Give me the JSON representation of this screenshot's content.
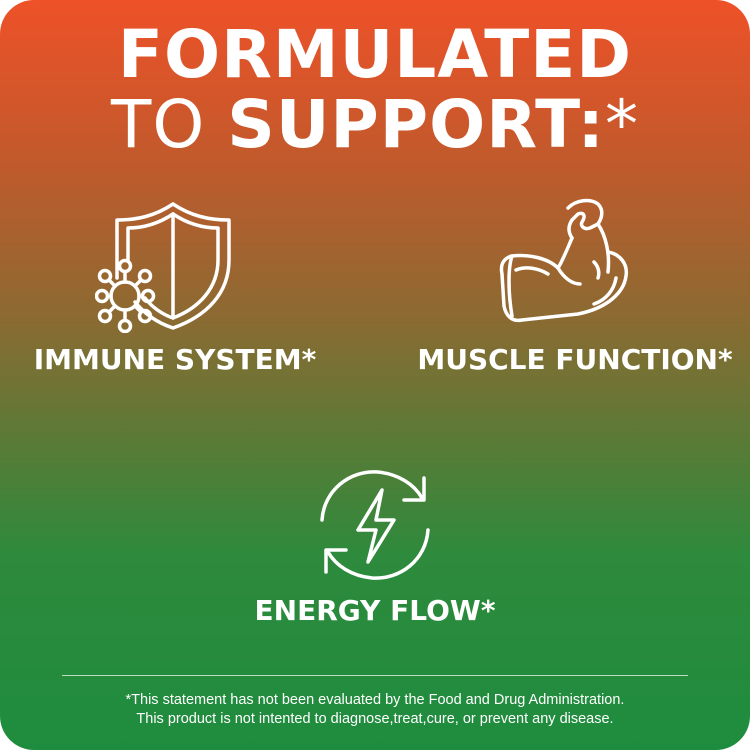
{
  "headline": {
    "line1": "FORMULATED",
    "line2_light": "TO ",
    "line2_bold": "SUPPORT:",
    "line2_asterisk": "*"
  },
  "features": [
    {
      "label": "IMMUNE SYSTEM*",
      "icon": "shield-virus-icon"
    },
    {
      "label": "MUSCLE FUNCTION*",
      "icon": "flexed-arm-icon"
    },
    {
      "label": "ENERGY FLOW*",
      "icon": "lightning-cycle-icon"
    }
  ],
  "disclaimer": {
    "line1": "*This statement has not been evaluated by the Food and Drug Administration.",
    "line2": "This product is not intented to diagnose,treat,cure, or prevent any disease."
  },
  "colors": {
    "gradient_top": "#ee5128",
    "gradient_bottom": "#1e8c3e",
    "text": "#ffffff"
  }
}
